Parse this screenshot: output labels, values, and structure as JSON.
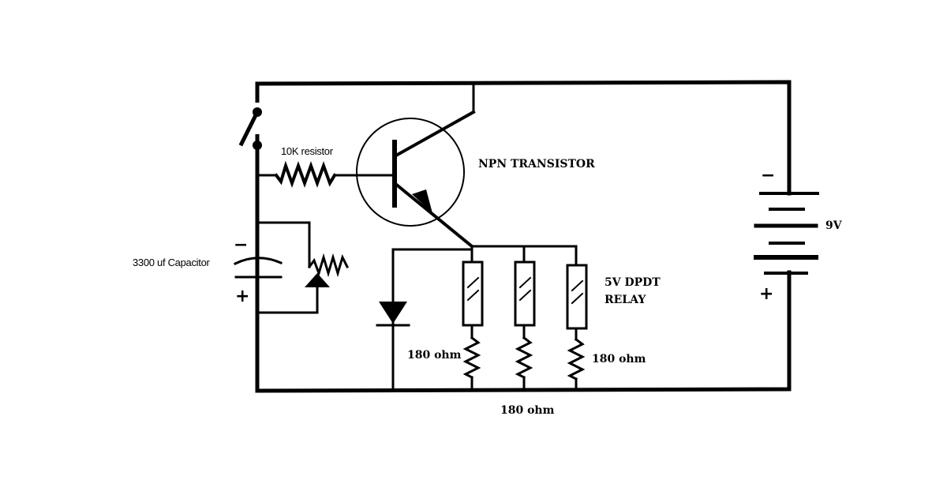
{
  "labels": {
    "resistor_10k": "10K resistor",
    "capacitor": "3300 uf Capacitor",
    "transistor": "NPN TRANSISTOR",
    "relay_line1": "5V DPDT",
    "relay_line2": "RELAY",
    "battery": "9V",
    "ohm_left": "180 ohm",
    "ohm_right": "180 ohm",
    "ohm_bottom": "180 ohm",
    "cap_minus": "−",
    "cap_plus": "+",
    "bat_minus": "−",
    "bat_plus": "+"
  },
  "colors": {
    "wire": "#000000",
    "background": "#ffffff"
  }
}
